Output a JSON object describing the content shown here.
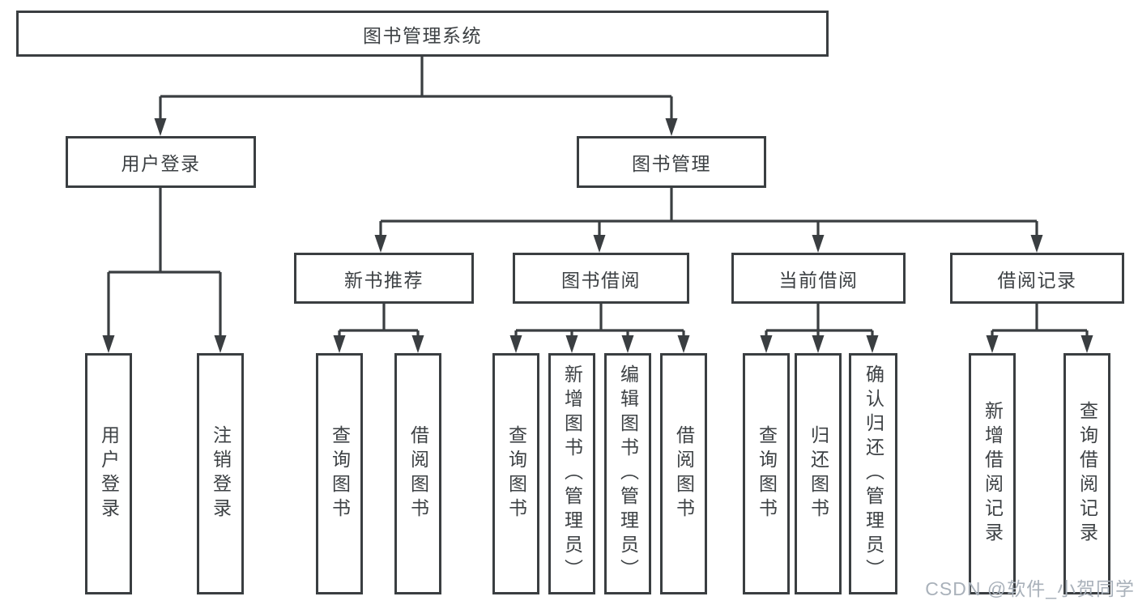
{
  "nodes": {
    "root": "图书管理系统",
    "user_login": "用户登录",
    "book_mgmt": "图书管理",
    "new_books": "新书推荐",
    "book_borrow": "图书借阅",
    "current_borrow": "当前借阅",
    "borrow_records": "借阅记录",
    "leaf_user_login": "用户登录",
    "leaf_logout": "注销登录",
    "leaf_nb_query": "查询图书",
    "leaf_nb_borrow": "借阅图书",
    "leaf_bb_query": "查询图书",
    "leaf_bb_add": "新增图书（管理员）",
    "leaf_bb_edit": "编辑图书（管理员）",
    "leaf_bb_borrow": "借阅图书",
    "leaf_cb_query": "查询图书",
    "leaf_cb_return": "归还图书",
    "leaf_cb_confirm": "确认归还（管理员）",
    "leaf_br_add": "新增借阅记录",
    "leaf_br_query": "查询借阅记录"
  },
  "watermark": "CSDN @软件_小贺同学",
  "colors": {
    "line": "#3a3e41",
    "border": "#3a3e41",
    "text": "#3d4144",
    "watermark": "#a9b1ba",
    "background": "#ffffff"
  }
}
